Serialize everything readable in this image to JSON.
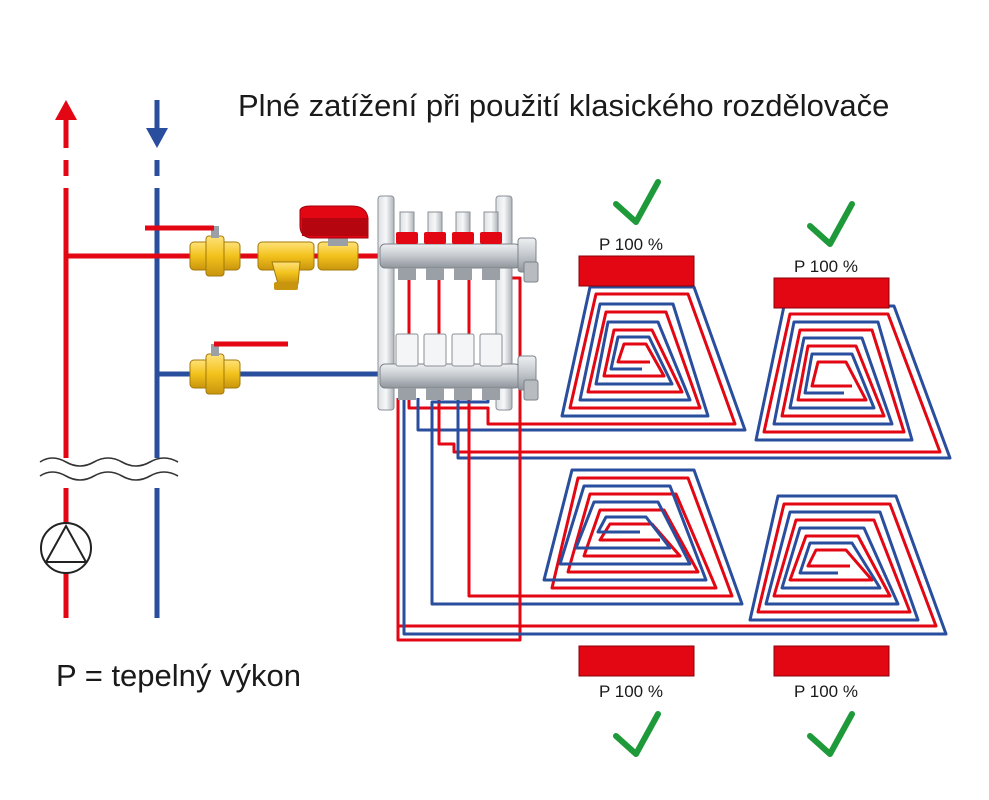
{
  "title": "Plné zatížení při použití klasického rozdělovače",
  "legend": "P = tepelný výkon",
  "zones": [
    {
      "label": "P 100 %",
      "load_percent": 100,
      "status": "ok"
    },
    {
      "label": "P 100 %",
      "load_percent": 100,
      "status": "ok"
    },
    {
      "label": "P 100 %",
      "load_percent": 100,
      "status": "ok"
    },
    {
      "label": "P 100 %",
      "load_percent": 100,
      "status": "ok"
    }
  ],
  "colors": {
    "supply": "#e30613",
    "return": "#2a4e9e",
    "check": "#1e9a3a",
    "brass": "#f2c21b",
    "manifold": "#c9ccd0",
    "text": "#1a1a1a"
  },
  "icons": [
    "up-arrow-icon",
    "down-arrow-icon",
    "pump-icon",
    "ball-valve-icon",
    "strainer-icon",
    "actuator-icon",
    "check-mark-icon",
    "pipe-break-icon"
  ]
}
